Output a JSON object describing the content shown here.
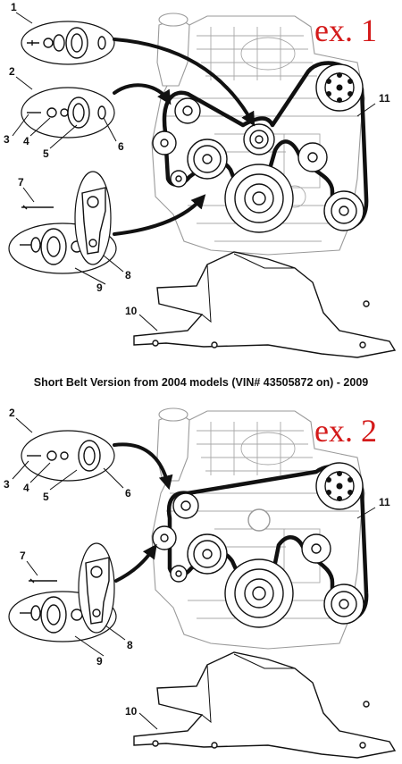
{
  "example_1": {
    "label": "ex. 1",
    "callouts": {
      "c1": "1",
      "c2": "2",
      "c3": "3",
      "c4": "4",
      "c5": "5",
      "c6": "6",
      "c7": "7",
      "c8": "8",
      "c9": "9",
      "c10": "10",
      "c11": "11"
    }
  },
  "caption": "Short Belt Version from 2004 models (VIN# 43505872 on) - 2009",
  "example_2": {
    "label": "ex. 2",
    "callouts": {
      "c2": "2",
      "c3": "3",
      "c4": "4",
      "c5": "5",
      "c6": "6",
      "c7": "7",
      "c8": "8",
      "c9": "9",
      "c10": "10",
      "c11": "11"
    }
  },
  "colors": {
    "accent_label": "#d41a1a",
    "line": "#111111",
    "engine_outline": "#9a9a9a"
  }
}
